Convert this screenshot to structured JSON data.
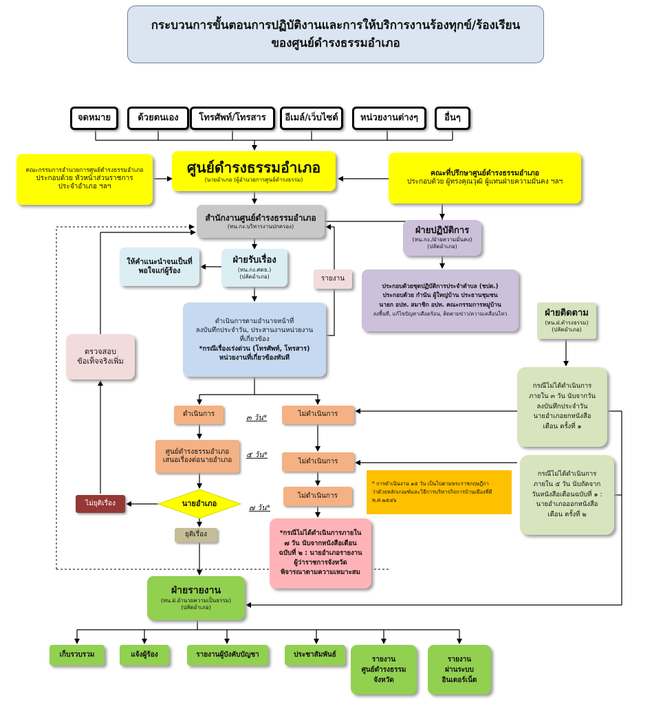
{
  "title": {
    "line1": "กระบวนการขั้นตอนการปฏิบัติงานและการให้บริการงานร้องทุกข์/ร้องเรียน",
    "line2": "ของศูนย์ดำรงธรรมอำเภอ"
  },
  "channels": [
    "จดหมาย",
    "ด้วยตนเอง",
    "โทรศัพท์/โทรสาร",
    "อีเมล์/เว็บไซต์",
    "หน่วยงานต่างๆ",
    "อื่นๆ"
  ],
  "committee": {
    "title": "คณะกรรมการอำนวยการศูนย์ดำรงธรรมอำเภอ",
    "line1": "ประกอบด้วย หัวหน้าส่วนราชการ",
    "line2": "ประจำอำเภอ ฯลฯ"
  },
  "center": {
    "title": "ศูนย์ดำรงธรรมอำเภอ",
    "sub": "(นายอำเภอ (ผู้อำนวยการศูนย์ดำรงธรรม)"
  },
  "advisors": {
    "title": "คณะที่ปรึกษาศูนย์ดำรงธรรมอำเภอ",
    "line1": "ประกอบด้วย ผู้ทรงคุณวุฒิ ผู้แทนฝ่ายความมั่นคง ฯลฯ"
  },
  "office": {
    "title": "สำนักงานศูนย์ดำรงธรรมอำเภอ",
    "sub": "(หน.กง.บริหารงานปกครอง)"
  },
  "operations": {
    "title": "ฝ่ายปฏิบัติการ",
    "sub1": "(หน.กง./ฝ่ายความมั่นคง)",
    "sub2": "(ปลัดอำเภอ)"
  },
  "operations_detail": {
    "line1": "ประกอบด้วยชุดปฏิบัติการประจำตำบล (ชปต.)",
    "line2": "ประกอบด้วย กำนัน ผู้ใหญ่บ้าน ประธานชุมชน",
    "line3": "นายก อปท. สมาชิก อปท. คณะกรรมการหมู่บ้าน",
    "line4": "ลงพื้นที่, แก้ไขปัญหาเดือดร้อน, ติดตามข่าว/ความเคลื่อนไหว"
  },
  "advice": {
    "line1": "ให้คำแนะนำจนเป็นที่",
    "line2": "พอใจแก่ผู้ร้อง"
  },
  "intake": {
    "title": "ฝ่ายรับเรื่อง",
    "sub1": "(หน.กง.ศดธ.)",
    "sub2": "(ปลัดอำเภอ)"
  },
  "report_label": "รายงาน",
  "duties": {
    "line1": "ดำเนินการตามอำนาจหน้าที่",
    "line2": "ลงบันทึกประจำวัน, ประสานงานหน่วยงาน",
    "line3": "ที่เกี่ยวข้อง",
    "line4": "*กรณีเรื่องเร่งด่วน (โทรศัพท์, โทรสาร)",
    "line5": "หน่วยงานที่เกี่ยวข้องทันที"
  },
  "verify": {
    "line1": "ตรวจสอบ",
    "line2": "ข้อเท็จจริงเพิ่ม"
  },
  "followup": {
    "title": "ฝ่ายติดตาม",
    "sub1": "(หน.ฝ.ดำรงธรรม)",
    "sub2": "(ปลัดอำเภอ)"
  },
  "followup_1": {
    "line1": "กรณีไม่ได้ดำเนินการ",
    "line2": "ภายใน ๓ วัน นับจากวัน",
    "line3": "ลงบันทึกประจำวัน",
    "line4": "นายอำเภอยกหนังสือ",
    "line5": "เตือน ครั้งที่ ๑"
  },
  "followup_2": {
    "line1": "กรณีไม่ได้ดำเนินการ",
    "line2": "ภายใน ๕ วัน นับถัดจาก",
    "line3": "วันหนังสือเตือนฉบับที่ ๑ :",
    "line4": "นายอำเภอออกหนังสือ",
    "line5": "เตือน ครั้งที่ ๒"
  },
  "done1": "ดำเนินการ",
  "day3": "๓ วัน*",
  "notdone1": "ไม่ดำเนินการ",
  "propose": {
    "line1": "ศูนย์ดำรงธรรมอำเภอ",
    "line2": "เสนอเรื่องต่อนายอำเภอ"
  },
  "day5": "๕ วัน*",
  "notdone2": "ไม่ดำเนินการ",
  "note": {
    "line1": "* การดำเนินงาน ๑๕ วัน เป็นไปตามพระราชกฤษฎีกา",
    "line2": "ว่าด้วยหลักเกณฑ์และวิธีการบริหารกิจการบ้านเมืองที่ดี",
    "line3": "พ.ศ.๒๕๔๖"
  },
  "not_ended": "ไม่ยุติเรื่อง",
  "district_chief": "นายอำเภอ",
  "day7": "๗ วัน*",
  "notdone3": "ไม่ดำเนินการ",
  "ended": "ยุติเรื่อง",
  "escalate": {
    "line1": "*กรณีไม่ได้ดำเนินการภายใน",
    "line2": "๗ วัน นับจากหนังสือเตือน",
    "line3": "ฉบับที่ ๒ : นายอำเภอรายงาน",
    "line4": "ผู้ว่าราชการจังหวัด",
    "line5": "พิจารณาตามความเหมาะสม"
  },
  "reporting": {
    "title": "ฝ่ายรายงาน",
    "sub1": "(หน.ฝ.อำนวยความเป็นธรรม)",
    "sub2": "(ปลัดอำเภอ)"
  },
  "outputs": {
    "o1": "เก็บรวบรวม",
    "o2": "แจ้งผู้ร้อง",
    "o3": "รายงานผู้บังคับบัญชา",
    "o4": "ประชาสัมพันธ์",
    "o5a": "รายงาน",
    "o5b": "ศูนย์ดำรงธรรม",
    "o5c": "จังหวัด",
    "o6a": "รายงาน",
    "o6b": "ผ่านระบบ",
    "o6c": "อินเตอร์เน็ต"
  },
  "colors": {
    "yellow": "#ffff00",
    "grey": "#c8c8c8",
    "light_blue": "#dbeef4",
    "blue": "#c6d9f1",
    "purple": "#ccc0da",
    "pink": "#f2dcdb",
    "orange": "#f4b183",
    "light_green": "#d7e4bd",
    "green": "#92d050",
    "dark_red": "#953735",
    "rose": "#ffb3b8",
    "amber": "#ffc000",
    "olive": "#c4bd97",
    "title_bg": "#dbe5f1"
  }
}
